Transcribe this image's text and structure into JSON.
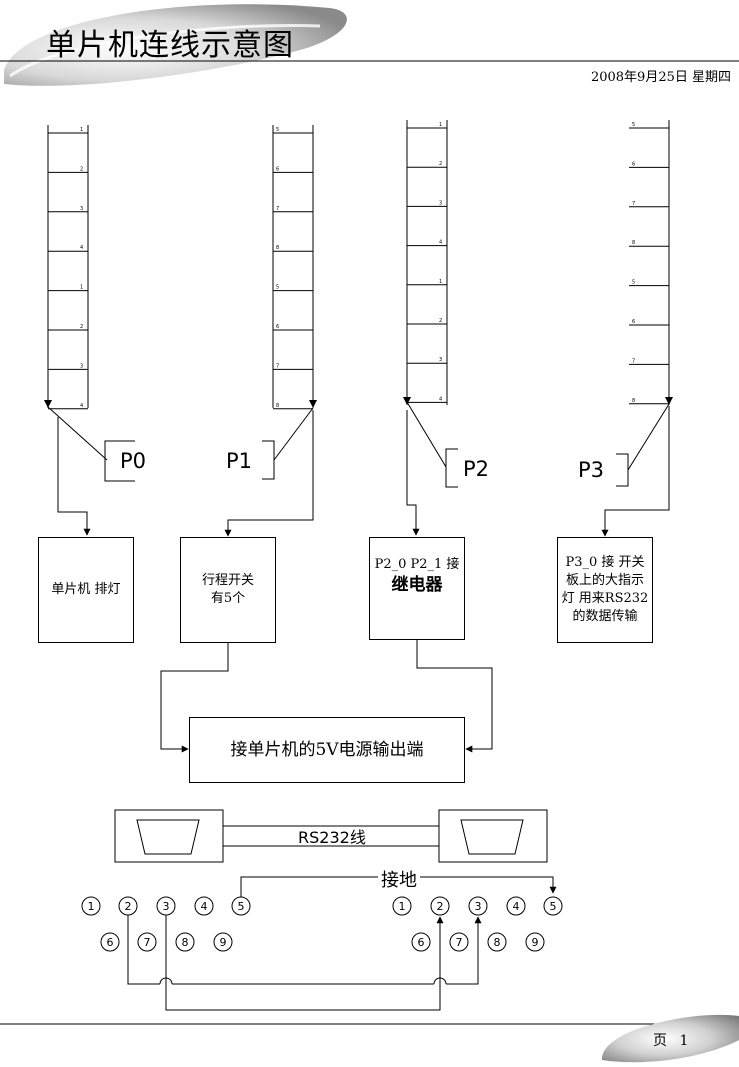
{
  "header": {
    "title": "单片机连线示意图",
    "date": "2008年9月25日  星期四"
  },
  "ports": [
    {
      "id": "p0",
      "label": "P0",
      "pins": [
        "1",
        "2",
        "3",
        "4",
        "1",
        "2",
        "3",
        "4"
      ]
    },
    {
      "id": "p1",
      "label": "P1",
      "pins": [
        "5",
        "6",
        "7",
        "8",
        "5",
        "6",
        "7",
        "8"
      ]
    },
    {
      "id": "p2",
      "label": "P2",
      "pins": [
        "1",
        "2",
        "3",
        "4",
        "1",
        "2",
        "3",
        "4"
      ]
    },
    {
      "id": "p3",
      "label": "P3",
      "pins": [
        "5",
        "6",
        "7",
        "8",
        "5",
        "6",
        "7",
        "8"
      ]
    }
  ],
  "boxes": {
    "p0": "单片机 排灯",
    "p1_line1": "行程开关",
    "p1_line2": "有5个",
    "p2_line1": "P2_0 P2_1 接",
    "p2_line2": "继电器",
    "p3_line1": "P3_0 接 开关",
    "p3_line2": "板上的大指示",
    "p3_line3": "灯 用来RS232",
    "p3_line4": "的数据传输",
    "power": "接单片机的5V电源输出端"
  },
  "serial": {
    "cable_label": "RS232线",
    "ground_label": "接地",
    "left_top_pins": [
      "1",
      "2",
      "3",
      "4",
      "5"
    ],
    "left_bottom_pins": [
      "6",
      "7",
      "8",
      "9"
    ],
    "right_top_pins": [
      "1",
      "2",
      "3",
      "4",
      "5"
    ],
    "right_bottom_pins": [
      "6",
      "7",
      "8",
      "9"
    ]
  },
  "footer": {
    "page": "页 1"
  }
}
